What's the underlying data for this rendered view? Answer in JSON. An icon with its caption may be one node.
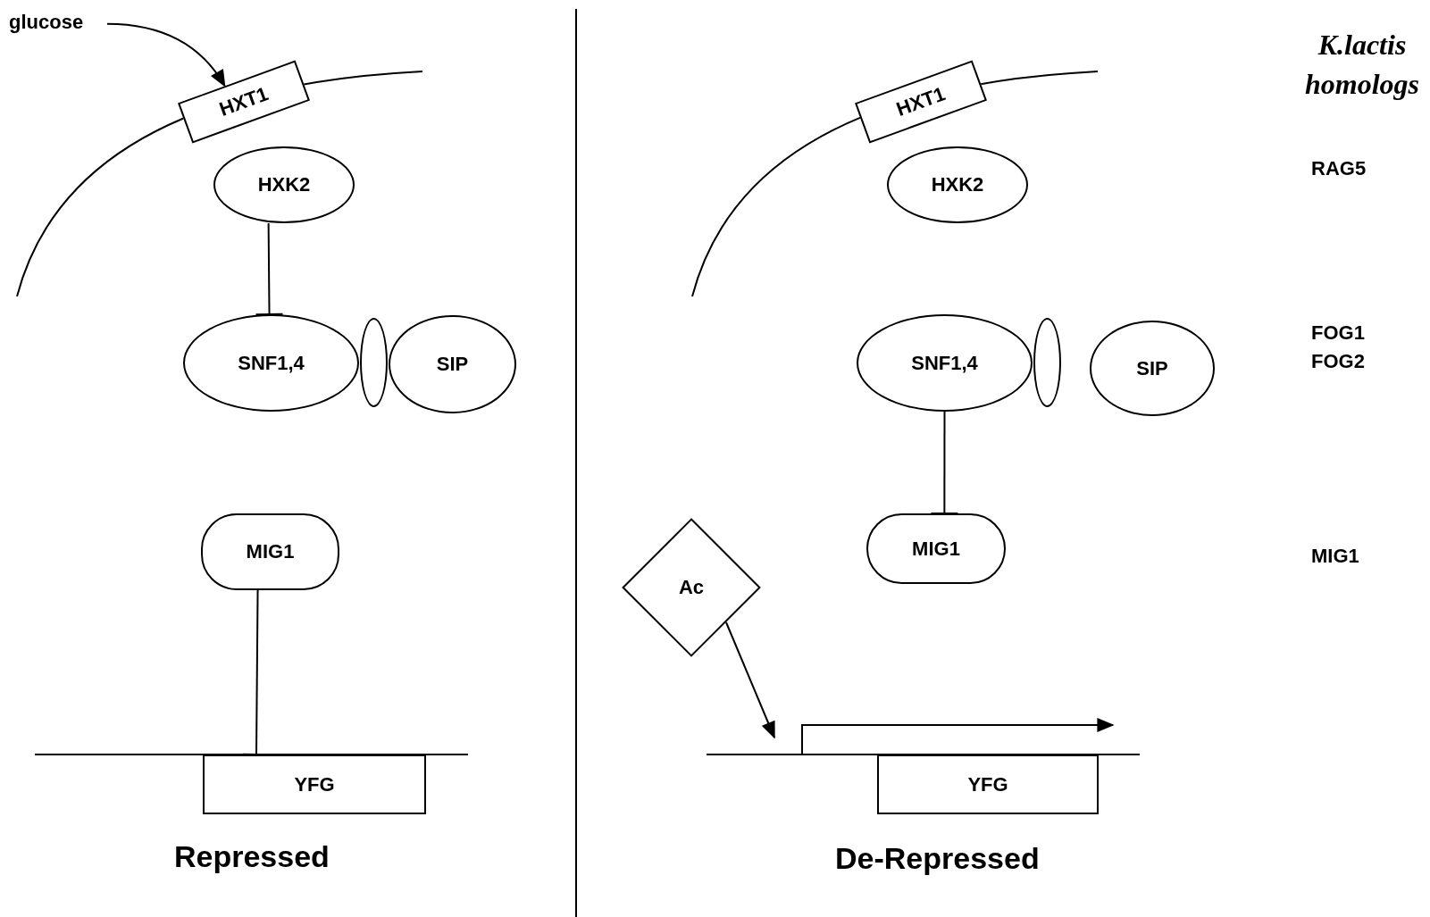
{
  "diagram": {
    "nodes": [
      {
        "text": [
          "glucose"
        ]
      },
      {
        "text": [
          "HXT1"
        ]
      },
      {
        "text": [
          "HXK2"
        ]
      },
      {
        "text": [
          "SNF1,4"
        ]
      },
      {
        "text": [],
        "shape": "ellipse"
      },
      {
        "text": [
          "SIP"
        ]
      },
      {
        "text": [
          "MIG1"
        ]
      },
      {
        "text": [
          "YFG"
        ]
      },
      {
        "text": [
          "HXT1"
        ]
      },
      {
        "text": [
          "HXK2"
        ]
      },
      {
        "text": [
          "SNF1,4"
        ]
      },
      {
        "text": [],
        "shape": "ellipse"
      },
      {
        "text": [
          "SIP"
        ]
      },
      {
        "text": [
          "MIG1"
        ]
      },
      {
        "text": [
          "Ac"
        ]
      },
      {
        "text": [
          "YFG"
        ]
      }
    ],
    "edges": [
      {
        "from": 0,
        "to": 1,
        "arrow": "to"
      },
      {
        "from": 2,
        "to": 3,
        "arrow": "other"
      },
      {
        "from": 6,
        "to": 7,
        "arrow": "other"
      },
      {
        "from": 10,
        "to": 13,
        "arrow": "other"
      },
      {
        "from": 14,
        "to": null,
        "arrow": "to"
      }
    ],
    "labels": [
      "K.lactis homologs",
      "RAG5",
      "FOG1",
      "FOG2",
      "MIG1",
      "Repressed",
      "De-Repressed"
    ]
  }
}
